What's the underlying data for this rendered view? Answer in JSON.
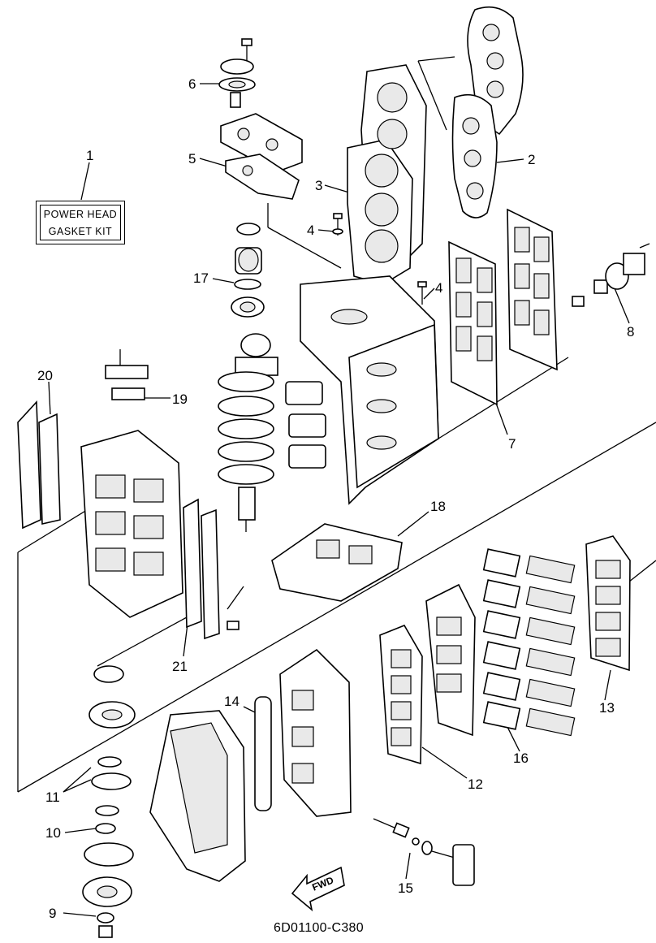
{
  "diagram": {
    "kit_box": {
      "line1": "POWER HEAD",
      "line2": "GASKET KIT"
    },
    "callouts": [
      "1",
      "2",
      "3",
      "4",
      "4",
      "5",
      "6",
      "7",
      "8",
      "9",
      "10",
      "11",
      "12",
      "13",
      "14",
      "15",
      "16",
      "17",
      "18",
      "19",
      "20",
      "21"
    ],
    "fwd_label": "FWD",
    "drawing_code": "6D01100-C380"
  }
}
